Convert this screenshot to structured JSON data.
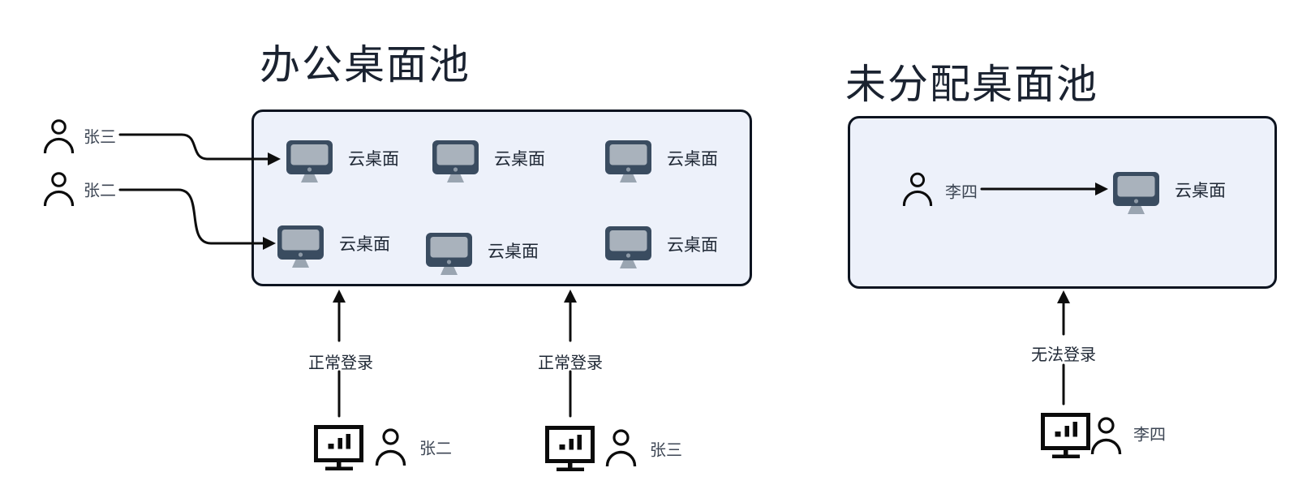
{
  "colors": {
    "pool_fill": "#edf1fa",
    "pool_border": "#0d1420",
    "title_text": "#1a2230",
    "label_text": "#1f2835",
    "name_text": "#3d4654",
    "monitor_frame": "#3a4c60",
    "monitor_screen": "#a9b2bc",
    "monitor_stand": "#9aa5b1",
    "line": "#0d0d0d"
  },
  "office_pool": {
    "title": "办公桌面池",
    "desktops": [
      {
        "label": "云桌面"
      },
      {
        "label": "云桌面"
      },
      {
        "label": "云桌面"
      },
      {
        "label": "云桌面"
      },
      {
        "label": "云桌面"
      },
      {
        "label": "云桌面"
      }
    ],
    "assigned_users": [
      {
        "name": "张三"
      },
      {
        "name": "张二"
      }
    ]
  },
  "unassigned_pool": {
    "title": "未分配桌面池",
    "user": {
      "name": "李四"
    },
    "desktop": {
      "label": "云桌面"
    }
  },
  "clients": [
    {
      "name": "张二",
      "status": "正常登录"
    },
    {
      "name": "张三",
      "status": "正常登录"
    },
    {
      "name": "李四",
      "status": "无法登录"
    }
  ]
}
